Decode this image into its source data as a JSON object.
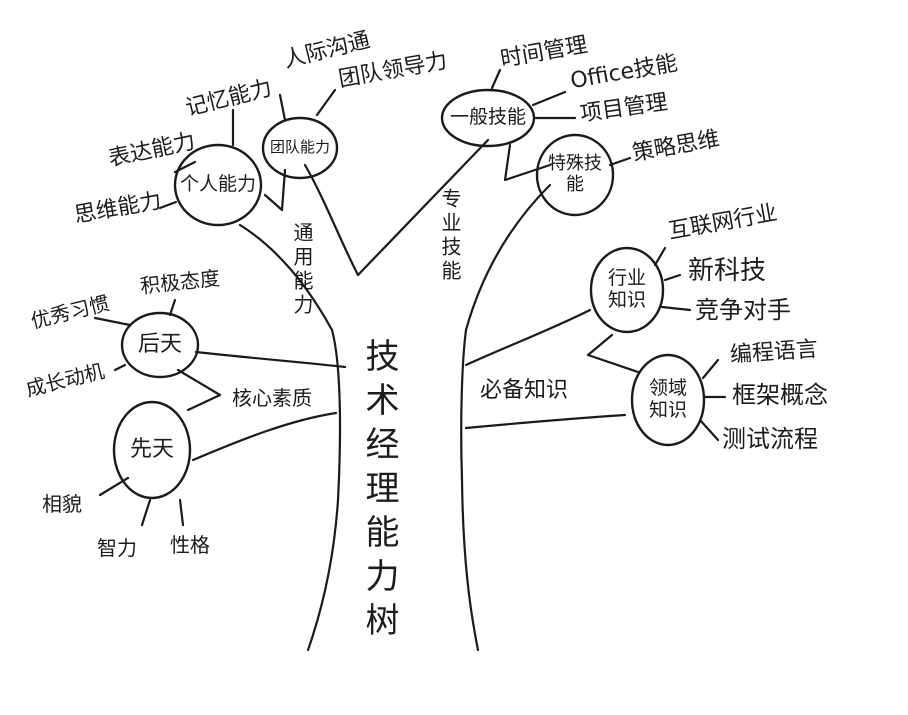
{
  "title": "技术经理能力树",
  "trunk_branches": {
    "general": "通用能力",
    "professional": "专业技能",
    "required_knowledge": "必备知识",
    "core_quality": "核心素质"
  },
  "nodes": {
    "personal_ability": {
      "label": "个人能力",
      "children": [
        "表达能力",
        "记忆能力",
        "思维能力"
      ]
    },
    "team_ability": {
      "label": "团队能力",
      "children": [
        "人际沟通",
        "团队领导力"
      ]
    },
    "general_skills": {
      "label": "一般技能",
      "children": [
        "时间管理",
        "Office技能",
        "项目管理"
      ]
    },
    "special_skills": {
      "label": "特殊技能",
      "children": [
        "策略思维"
      ]
    },
    "acquired": {
      "label": "后天",
      "children": [
        "积极态度",
        "优秀习惯",
        "成长动机"
      ]
    },
    "innate": {
      "label": "先天",
      "children": [
        "相貌",
        "智力",
        "性格"
      ]
    },
    "industry_knowledge": {
      "label": "行业知识",
      "children": [
        "互联网行业",
        "新科技",
        "竞争对手"
      ]
    },
    "domain_knowledge": {
      "label": "领域知识",
      "children": [
        "编程语言",
        "框架概念",
        "测试流程"
      ]
    }
  }
}
